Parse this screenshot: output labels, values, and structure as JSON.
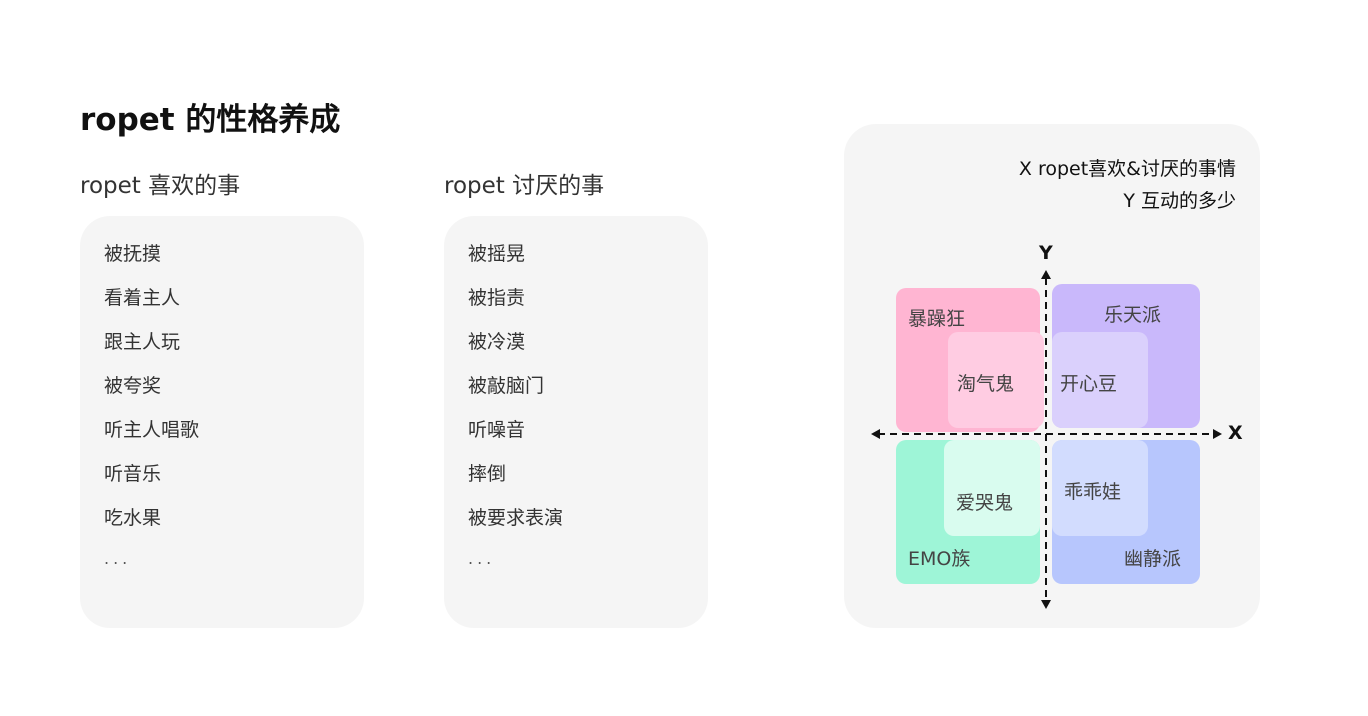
{
  "page": {
    "title": "ropet 的性格养成"
  },
  "likes": {
    "heading": "ropet 喜欢的事",
    "items": [
      "被抚摸",
      "看着主人",
      "跟主人玩",
      "被夸奖",
      "听主人唱歌",
      "听音乐",
      "吃水果"
    ],
    "more": "..."
  },
  "dislikes": {
    "heading": "ropet 讨厌的事",
    "items": [
      "被摇晃",
      "被指责",
      "被冷漠",
      "被敲脑门",
      "听噪音",
      "摔倒",
      "被要求表演"
    ],
    "more": "..."
  },
  "diagram": {
    "x_caption": "X ropet喜欢&讨厌的事情",
    "y_caption": "Y 互动的多少",
    "x_axis": "X",
    "y_axis": "Y",
    "quadrants": {
      "top_left": {
        "label": "暴躁狂",
        "color": "#ffb5d2"
      },
      "top_right": {
        "label": "乐天派",
        "color": "#c9b8fb"
      },
      "bottom_left": {
        "label": "EMO族",
        "color": "#9ef5d7"
      },
      "bottom_right": {
        "label": "幽静派",
        "color": "#b7c6fd"
      }
    },
    "inner": {
      "top_left": {
        "label": "淘气鬼",
        "color": "#ffcce2"
      },
      "top_right": {
        "label": "开心豆",
        "color": "#dad0fc"
      },
      "bottom_left": {
        "label": "爱哭鬼",
        "color": "#d9fcef"
      },
      "bottom_right": {
        "label": "乖乖娃",
        "color": "#d2dcfe"
      }
    }
  }
}
